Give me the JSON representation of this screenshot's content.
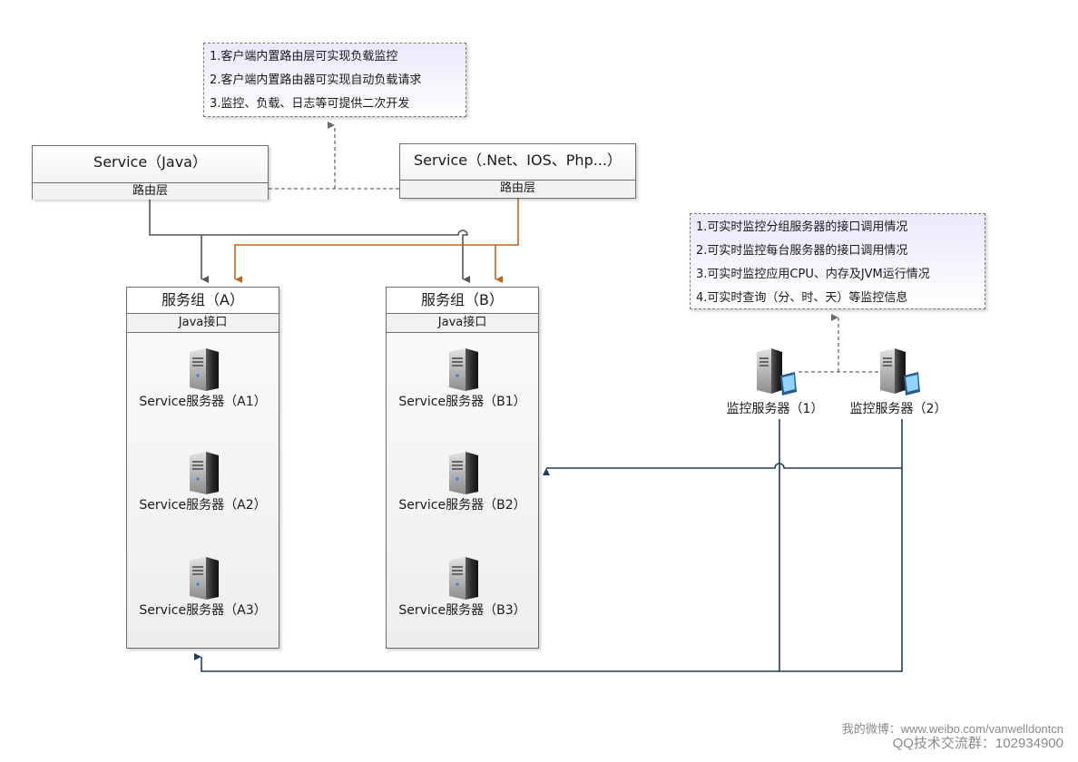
{
  "notes": {
    "routing": [
      "1.客户端内置路由层可实现负载监控",
      "2.客户端内置路由器可实现自动负载请求",
      "3.监控、负载、日志等可提供二次开发"
    ],
    "monitoring": [
      "1.可实时监控分组服务器的接口调用情况",
      "2.可实时监控每台服务器的接口调用情况",
      "3.可实时监控应用CPU、内存及JVM运行情况",
      "4.可实时查询（分、时、天）等监控信息"
    ]
  },
  "services": {
    "java": {
      "title": "Service（Java）",
      "layer": "路由层"
    },
    "net": {
      "title": "Service（.Net、IOS、Php...）",
      "layer": "路由层"
    }
  },
  "groups": {
    "a": {
      "title": "服务组（A）",
      "interface": "Java接口",
      "servers": [
        "Service服务器（A1）",
        "Service服务器（A2）",
        "Service服务器（A3）"
      ]
    },
    "b": {
      "title": "服务组（B）",
      "interface": "Java接口",
      "servers": [
        "Service服务器（B1）",
        "Service服务器（B2）",
        "Service服务器（B3）"
      ]
    }
  },
  "monitors": [
    "监控服务器（1）",
    "监控服务器（2）"
  ],
  "footer": {
    "weibo": "我的微博：www.weibo.com/vanwelldontcn",
    "qq": "QQ技术交流群：102934900"
  },
  "colors": {
    "java_route": "#555555",
    "net_route": "#c0661a",
    "monitor_link": "#1f3b5c",
    "dashed_link": "#6a6a6a"
  }
}
